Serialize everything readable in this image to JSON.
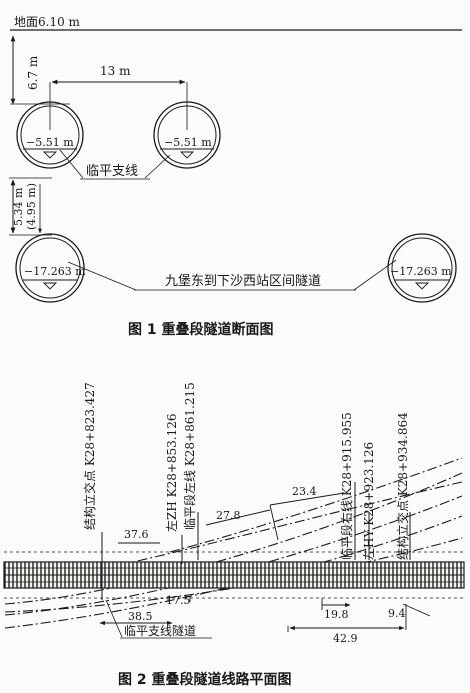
{
  "figure1": {
    "ground_label": "地面6.10 m",
    "depth_label": "6.7 m",
    "span_label": "13 m",
    "tunnel_left_elev": "−5.51 m",
    "tunnel_right_elev": "−5.51 m",
    "branch_label": "临平支线",
    "gap_label": "5.34 m",
    "gap_label_alt": "(4.95 m)",
    "lower_left_elev": "−17.263 m",
    "lower_right_elev": "−17.263 m",
    "lower_label": "九堡东到下沙西站区间隧道",
    "caption": "图 1    重叠段隧道断面图"
  },
  "figure2": {
    "stations": [
      "结构立交点 K28+823.427",
      "左ZH K28+853.126",
      "临平段左线 K28+861.215",
      "临平段右线 K28+915.955",
      "左HY K28+923.126",
      "结构立交点 K28+934.864"
    ],
    "dims": {
      "d376": "37.6",
      "d278": "27.8",
      "d234": "23.4",
      "d175": "17.5",
      "d385": "38.5",
      "d198": "19.8",
      "d94": "9.4",
      "d429": "42.9"
    },
    "branch_tunnel_label": "临平支线隧道",
    "caption": "图 2    重叠段隧道线路平面图"
  }
}
